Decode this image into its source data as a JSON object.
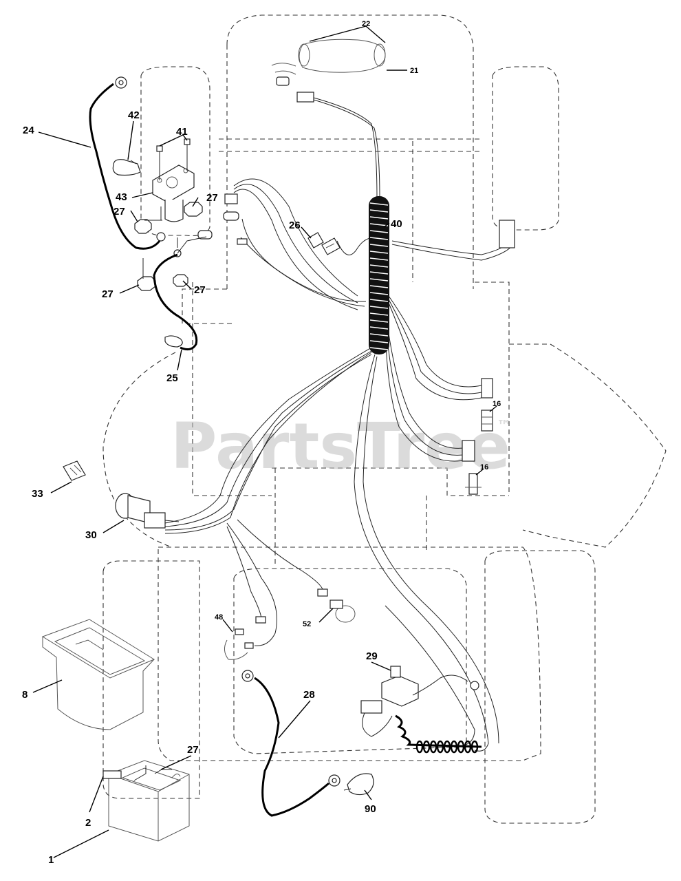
{
  "watermark": {
    "text": "PartsTree",
    "mark": "™"
  },
  "callouts": {
    "c1": "1",
    "c2": "2",
    "c8": "8",
    "c16a": "16",
    "c16b": "16",
    "c21": "21",
    "c22": "22",
    "c24": "24",
    "c25": "25",
    "c26": "26",
    "c27a": "27",
    "c27b": "27",
    "c27c": "27",
    "c27d": "27",
    "c27e": "27",
    "c28": "28",
    "c29": "29",
    "c30": "30",
    "c33": "33",
    "c40": "40",
    "c41": "41",
    "c42": "42",
    "c43": "43",
    "c48": "48",
    "c52": "52",
    "c90": "90"
  }
}
